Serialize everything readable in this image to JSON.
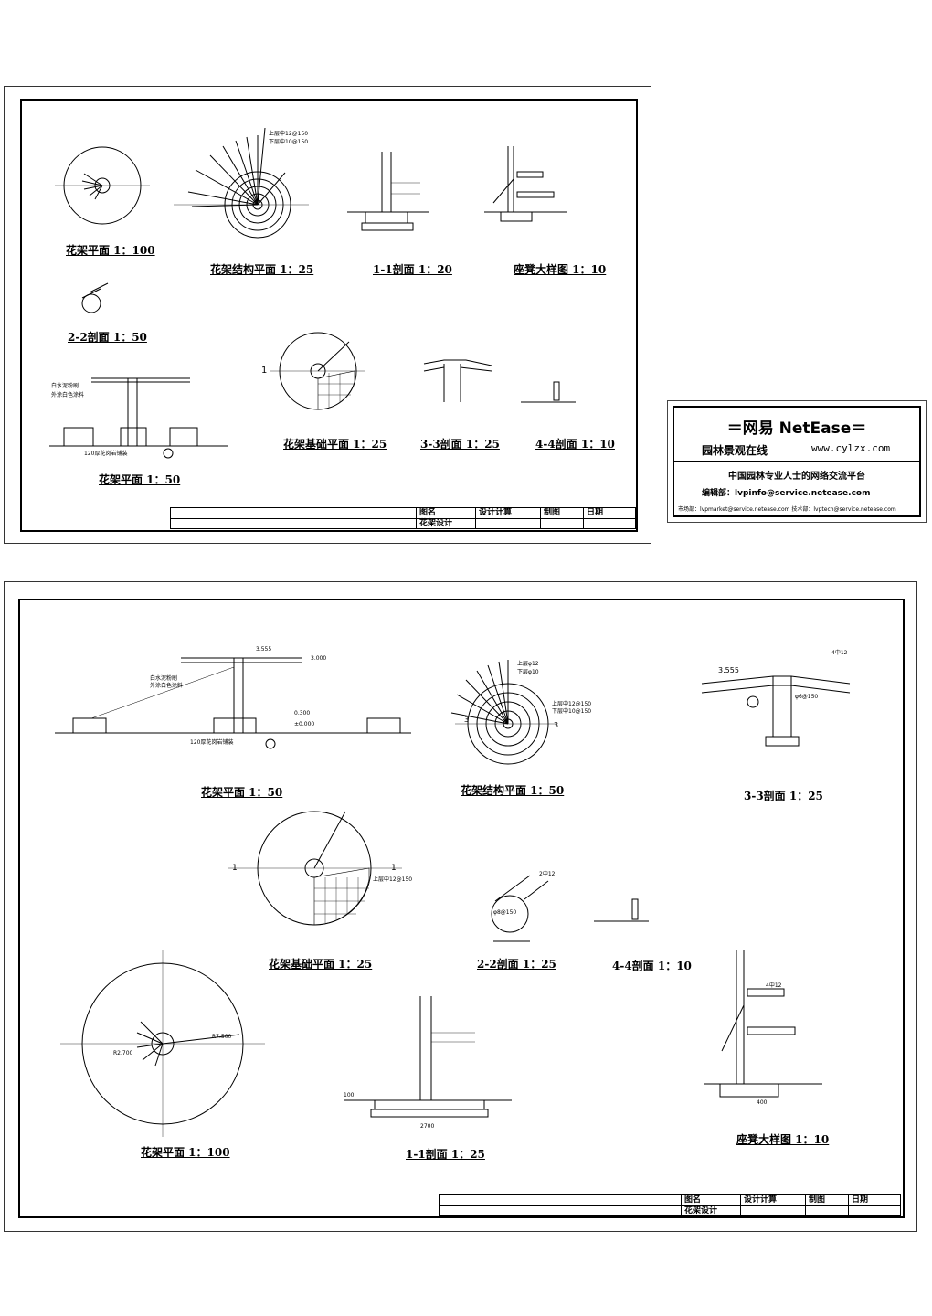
{
  "sheet1": {
    "labels": {
      "plan100": "花架平面 1：100",
      "structure25": "花架结构平面 1：25",
      "section11": "1-1剖面 1：20",
      "seatDetail": "座凳大样图 1：10",
      "section22": "2-2剖面 1：50",
      "plan50": "花架平面 1：50",
      "foundation25": "花架基础平面 1：25",
      "section33": "3-3剖面 1：25",
      "section44": "4-4剖面 1：10"
    },
    "titleblock": {
      "c1": "图名",
      "c2": "设计计算",
      "c3": "制图",
      "c4": "日期",
      "name": "花架设计"
    }
  },
  "netease": {
    "title": "＝网易 NetEase＝",
    "site": "园林景观在线",
    "url": "www.cylzx.com",
    "desc": "中国园林专业人士的网络交流平台",
    "edit": "编辑部：lvpinfo@service.netease.com",
    "market": "市场部：lvpmarket@service.netease.com   技术部：lvptech@service.netease.com"
  },
  "sheet2": {
    "labels": {
      "plan50": "花架平面 1：50",
      "structure50": "花架结构平面 1：50",
      "section33": "3-3剖面 1：25",
      "foundation25": "花架基础平面 1：25",
      "section22": "2-2剖面 1：25",
      "section44": "4-4剖面 1：10",
      "plan100": "花架平面 1：100",
      "section11": "1-1剖面 1：25",
      "seatDetail": "座凳大样图 1：10"
    },
    "titleblock": {
      "c1": "图名",
      "c2": "设计计算",
      "c3": "制图",
      "c4": "日期",
      "name": "花架设计"
    }
  },
  "annotations": {
    "upper": "上层φ12",
    "lower": "下层φ10",
    "upperBar": "上层中12@150",
    "lowerBar": "下层中10@150",
    "paint1": "白水泥粉刷",
    "paint2": "外涂白色涂料",
    "paving": "120厚花岗岩铺装",
    "elev1": "3.555",
    "elev2": "3.000",
    "elev3": "±0.000",
    "elev4": "0.300",
    "dim1": "2700",
    "dim2": "400",
    "rebar1": "4中12",
    "rebar2": "φ6@150",
    "rebar3": "φ8@150",
    "rebar4": "2中12",
    "r1": "R7.500",
    "r2": "R2.700",
    "marker1": "1",
    "marker3": "3",
    "dimBase": "100"
  }
}
